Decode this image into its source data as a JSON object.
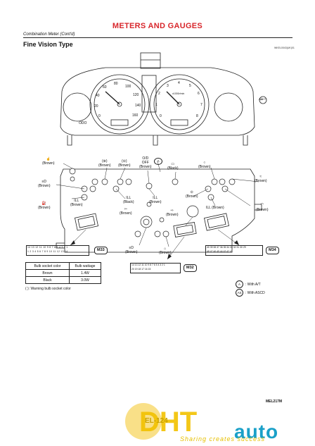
{
  "header": {
    "title": "METERS AND GAUGES",
    "subtitle": "Combination Meter (Cont'd)",
    "section": "Fine Vision Type",
    "figure_code": "WKEL0043(UK)01"
  },
  "gauges": {
    "speed_ticks": [
      "0",
      "20",
      "40",
      "60",
      "80",
      "100",
      "120",
      "140",
      "160"
    ],
    "tacho_ticks": [
      "0",
      "1",
      "2",
      "3",
      "4",
      "5",
      "6",
      "7",
      "8"
    ],
    "tacho_unit": "x1000r/min",
    "odo": "ODO",
    "as_marker": "AS"
  },
  "bulbs": [
    {
      "id": "b1",
      "label": "☝\n(Brown)"
    },
    {
      "id": "b2",
      "label": "(⊛)\n(Brown)"
    },
    {
      "id": "b3",
      "label": "(⊝)\n(Brown)"
    },
    {
      "id": "b4",
      "label": "O/D\nOFF\n(Brown)"
    },
    {
      "id": "b5",
      "label": "▭\n(Black)"
    },
    {
      "id": "b6",
      "label": "○\n(Brown)"
    },
    {
      "id": "b7",
      "label": "≈\n(Brown)"
    },
    {
      "id": "b8",
      "label": "≡D\n(Brown)"
    },
    {
      "id": "b9",
      "label": "ILL\n(Brown)"
    },
    {
      "id": "b10",
      "label": "ILL\n(Black)"
    },
    {
      "id": "b11",
      "label": "ILL\n(Brown)"
    },
    {
      "id": "b12",
      "label": "⊙\n(Brown)"
    },
    {
      "id": "b13",
      "label": "⛽\n(Brown)"
    },
    {
      "id": "b14",
      "label": "⇦\n(Brown)"
    },
    {
      "id": "b15",
      "label": "⇨\n(Brown)"
    },
    {
      "id": "b16",
      "label": "ILL (Brown)"
    },
    {
      "id": "b17",
      "label": "⌒\n(Brown)"
    },
    {
      "id": "b18",
      "label": "≡D\n(Brown)"
    },
    {
      "id": "b19",
      "label": "⌂\n(Brown)"
    }
  ],
  "markers": {
    "a": "A",
    "as": "AS"
  },
  "connectors": {
    "m33": {
      "label": "M33",
      "pins_top": "14 13 12 11 10 9 8 7 6 5 4 3 2 1",
      "pins_bottom": "1 2 3 4 5 6 7 8 9 10 11 12 13 14"
    },
    "m32": {
      "label": "M32",
      "pins_top": "14 13 12 11 10 9 8 7 6 5 4 3 2 1",
      "pins_bottom": "20 19 18 17 16 15"
    },
    "m34": {
      "label": "M34",
      "pins_top": "40 39 38 37 36 35 34 33 32 31 30 29",
      "pins_bottom": "48 47 46 45 44 43 42 41"
    }
  },
  "bulb_table": {
    "headers": [
      "Bulb socket color",
      "Bulb wattage"
    ],
    "rows": [
      [
        "Brown",
        "1.4W"
      ],
      [
        "Black",
        "3.0W"
      ]
    ]
  },
  "notes": {
    "warning": "( ): Warning bulb socket color"
  },
  "legend": [
    {
      "code": "A",
      "text": ": With A/T"
    },
    {
      "code": "AS",
      "text": ": With ASCD"
    }
  ],
  "footer": {
    "ref_code": "MEL217M",
    "page": "EL-124"
  },
  "watermark": {
    "brand": "auto",
    "tagline": "Sharing creates success"
  }
}
